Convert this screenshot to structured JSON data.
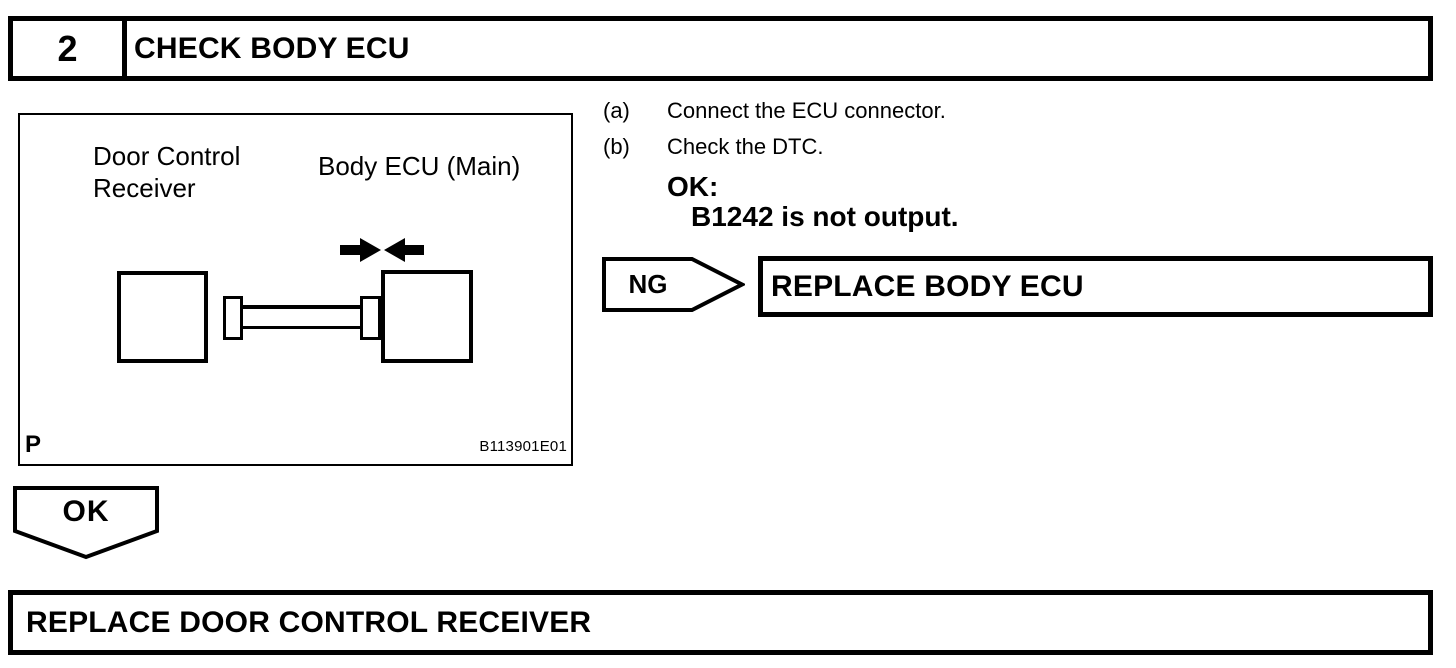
{
  "colors": {
    "ink": "#000000",
    "paper": "#ffffff"
  },
  "step_header": {
    "number": "2",
    "title": "CHECK BODY ECU"
  },
  "figure": {
    "receiver_label_line1": "Door Control",
    "receiver_label_line2": "Receiver",
    "ecu_label": "Body ECU (Main)",
    "corner_mark": "P",
    "figure_id": "B113901E01"
  },
  "instructions": {
    "items": [
      {
        "marker": "(a)",
        "text": "Connect the ECU connector."
      },
      {
        "marker": "(b)",
        "text": "Check the DTC."
      }
    ],
    "ok_label": "OK:",
    "ok_condition": "B1242 is not output."
  },
  "ng_branch": {
    "label": "NG",
    "action": "REPLACE BODY ECU"
  },
  "ok_branch": {
    "label": "OK",
    "action": "REPLACE DOOR CONTROL RECEIVER"
  }
}
